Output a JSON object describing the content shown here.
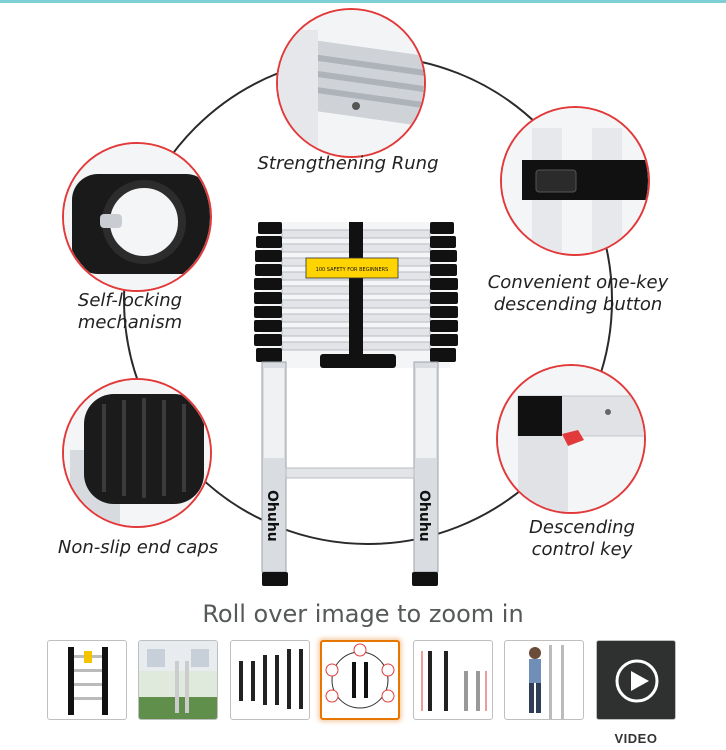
{
  "product_image": {
    "brand_logo": "Ohuhu",
    "warning_label": "100 SAFETY FOR BEGINNERS",
    "callouts": {
      "rung": "Strengthening Rung",
      "descend_button": "Convenient one-key\ndescending button",
      "self_locking": "Self-locking\nmechanism",
      "end_caps": "Non-slip end caps",
      "control_key": "Descending\ncontrol key"
    }
  },
  "zoom_hint": "Roll over image to zoom in",
  "thumbnails": [
    {
      "name": "ladder-front",
      "selected": false
    },
    {
      "name": "ladder-house",
      "selected": false
    },
    {
      "name": "ladder-sizes",
      "selected": false
    },
    {
      "name": "ladder-features",
      "selected": true
    },
    {
      "name": "ladder-dimensions",
      "selected": false
    },
    {
      "name": "ladder-person",
      "selected": false
    },
    {
      "name": "ladder-video",
      "selected": false,
      "label": "VIDEO"
    }
  ],
  "colors": {
    "accent_border": "#e23a3a",
    "selected_thumb": "#e77600",
    "ladder_black": "#111111",
    "ladder_silver": "#d9dce0"
  },
  "icons": {
    "play": "play-icon"
  }
}
